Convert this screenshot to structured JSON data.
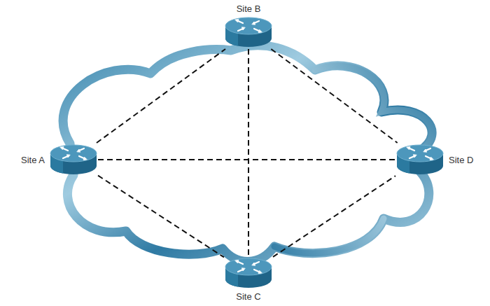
{
  "diagram": {
    "nodes": [
      {
        "text": [
          "Site B"
        ]
      },
      {
        "text": [
          "Site A"
        ]
      },
      {
        "text": [
          "Site D"
        ]
      },
      {
        "text": [
          "Site C"
        ]
      }
    ],
    "edges": [
      {
        "from": 1,
        "to": 0,
        "arrow": "none"
      },
      {
        "from": 1,
        "to": 2,
        "arrow": "none"
      },
      {
        "from": 1,
        "to": 3,
        "arrow": "none"
      },
      {
        "from": 0,
        "to": 2,
        "arrow": "none"
      },
      {
        "from": 0,
        "to": 3,
        "arrow": "none"
      },
      {
        "from": 3,
        "to": 2,
        "arrow": "none"
      }
    ]
  }
}
